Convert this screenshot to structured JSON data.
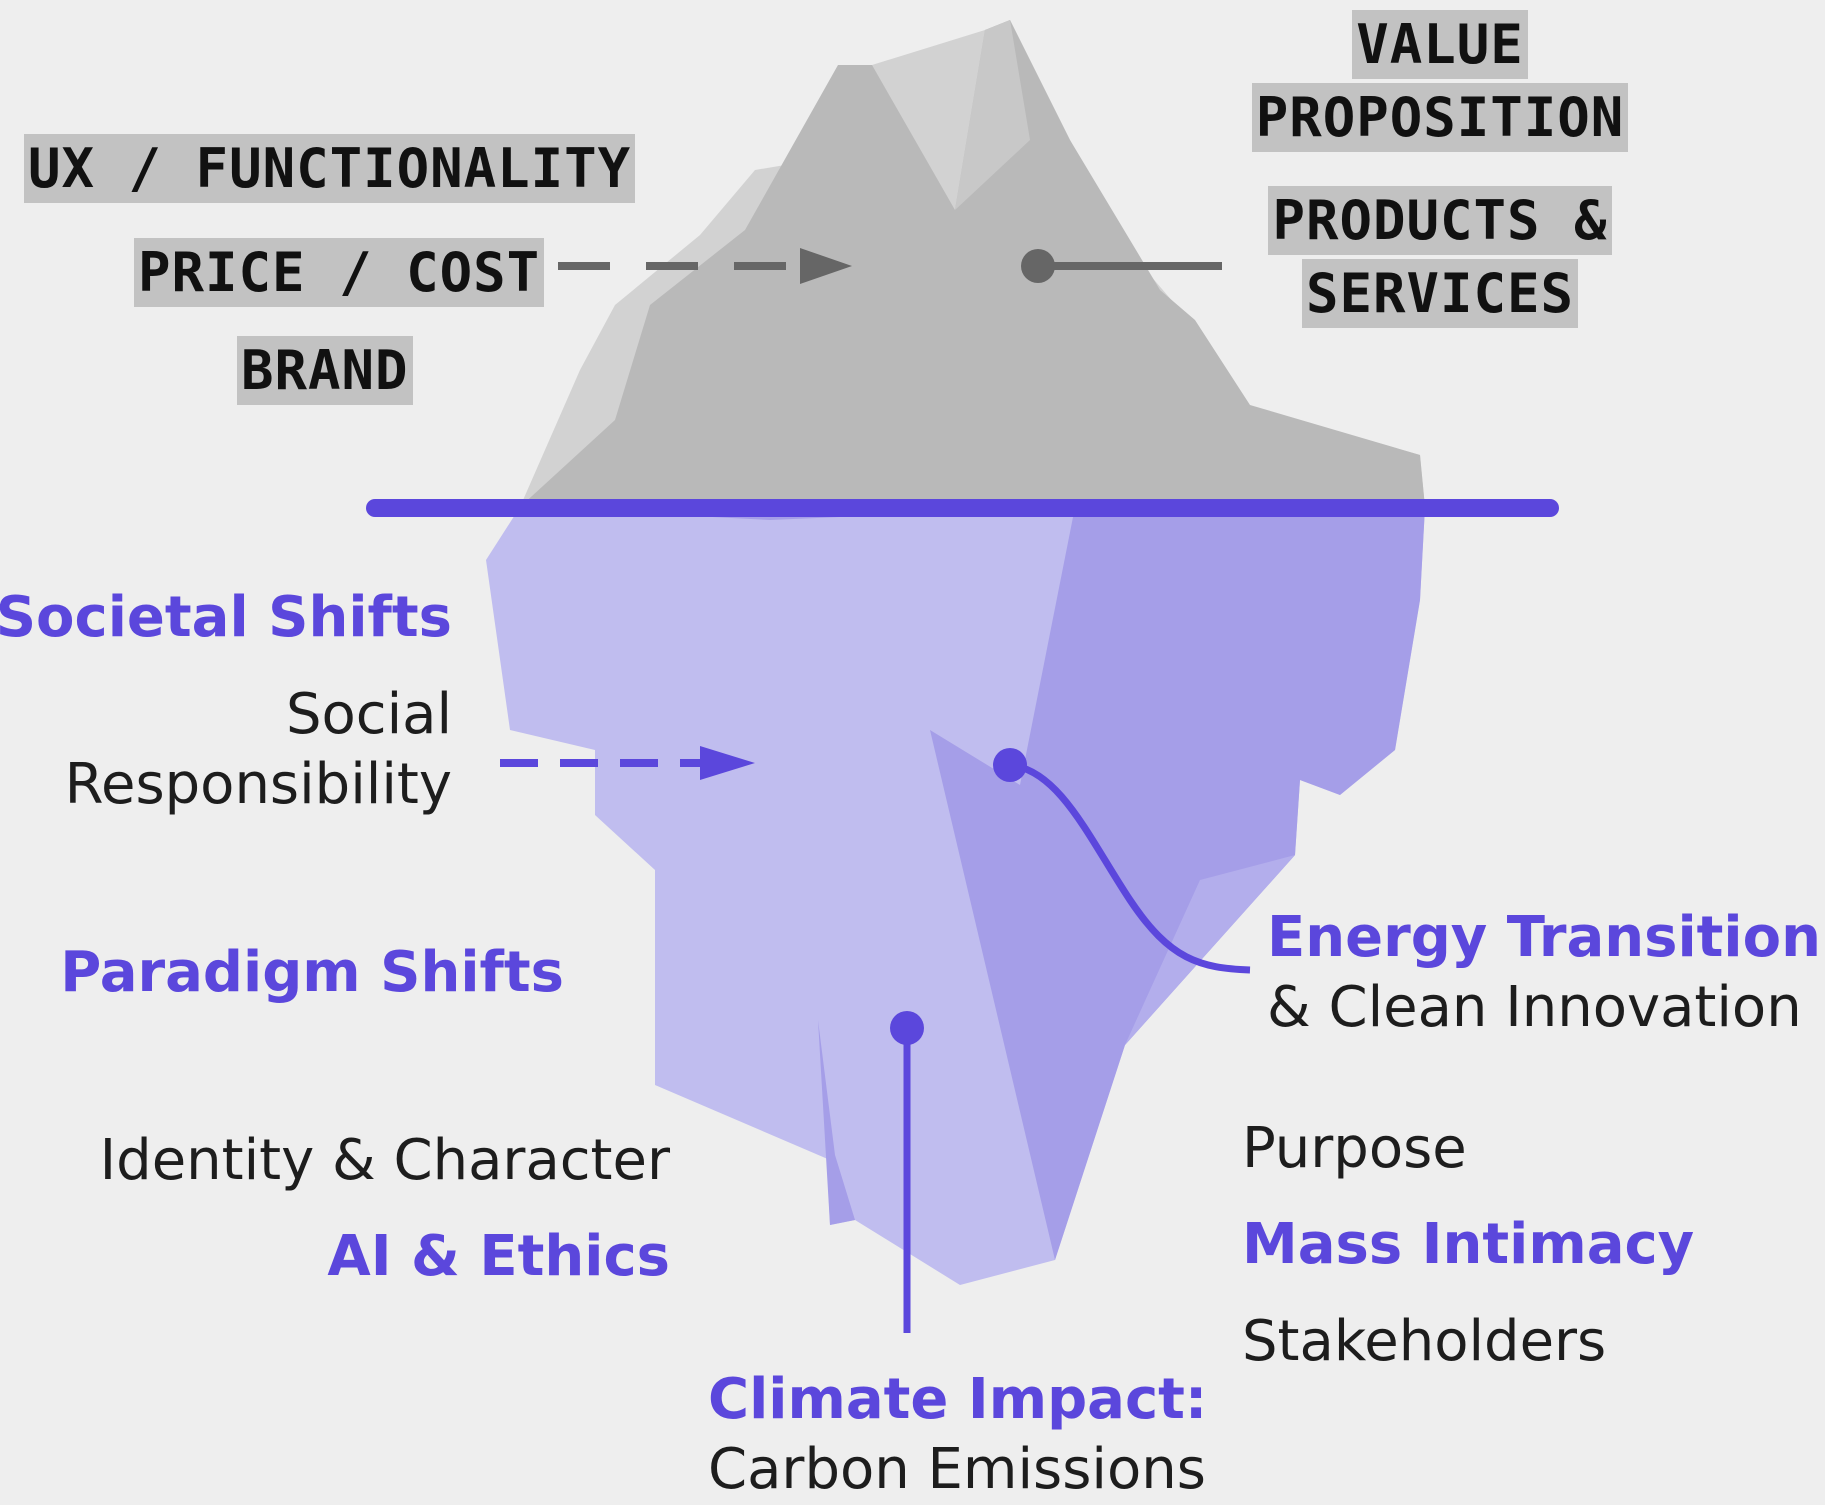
{
  "colors": {
    "background": "#eeeeee",
    "ice_above_light": "#d2d2d2",
    "ice_above": "#b9b9b9",
    "ice_below_light": "#c0bdef",
    "ice_below_dark": "#a59ee8",
    "waterline": "#5b47dc",
    "accent": "#5b47dc",
    "connector_above": "#666666"
  },
  "above_water": {
    "ux": "UX / FUNCTIONALITY",
    "price": "PRICE / COST",
    "brand": "BRAND",
    "value_1": "VALUE",
    "value_2": "PROPOSITION",
    "products_1": "PRODUCTS &",
    "products_2": "SERVICES"
  },
  "below_water": {
    "societal": "Societal Shifts",
    "social_1": "Social",
    "social_2": "Responsibility",
    "paradigm": "Paradigm Shifts",
    "identity": "Identity & Character",
    "ai": "AI & Ethics",
    "energy_1": "Energy Transition",
    "energy_2": "& Clean Innovation",
    "purpose": "Purpose",
    "mass": "Mass Intimacy",
    "stakeholders": "Stakeholders",
    "climate_1": "Climate Impact:",
    "climate_2": "Carbon Emissions"
  },
  "icons": [
    "dashed-arrow-icon",
    "dot-connector-icon",
    "waterline"
  ]
}
